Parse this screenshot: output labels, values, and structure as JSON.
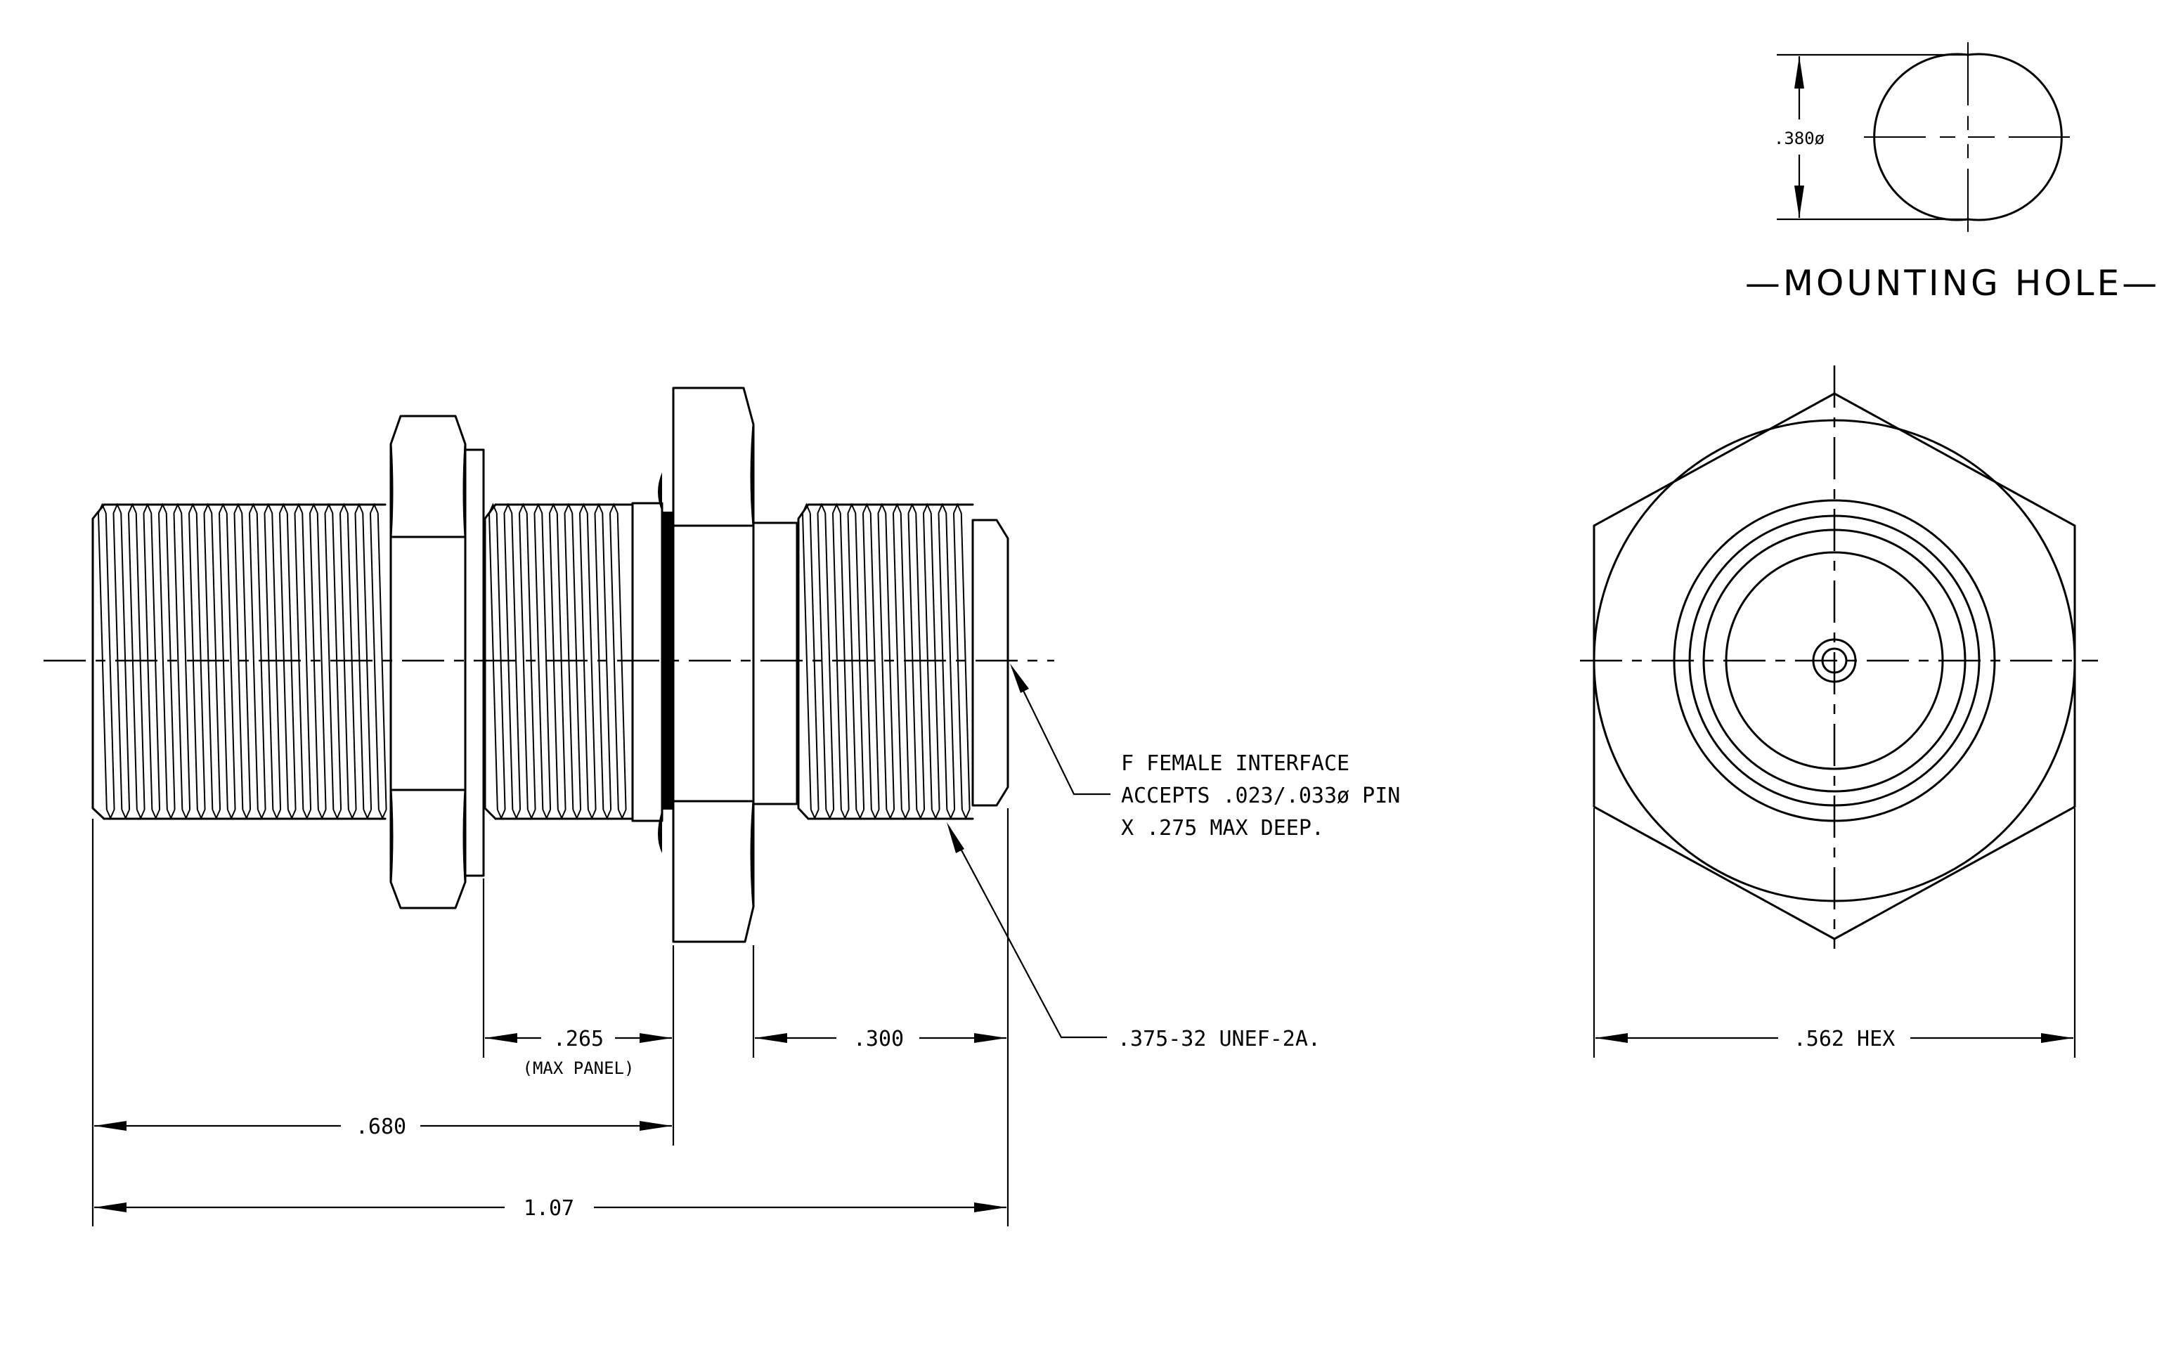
{
  "mounting_hole": {
    "title": "—MOUNTING HOLE—",
    "diameter_label": ".380ø"
  },
  "side_view": {
    "dim_overall": "1.07",
    "dim_nut_to_flange": ".680",
    "dim_panel": ".265",
    "dim_panel_note": "(MAX PANEL)",
    "dim_front_thread": ".300"
  },
  "callouts": {
    "interface_line1": "F FEMALE INTERFACE",
    "interface_line2": "ACCEPTS .023/.033ø PIN",
    "interface_line3": "X .275 MAX DEEP.",
    "thread_spec": ".375-32 UNEF-2A."
  },
  "end_view": {
    "hex_label": ".562 HEX"
  }
}
